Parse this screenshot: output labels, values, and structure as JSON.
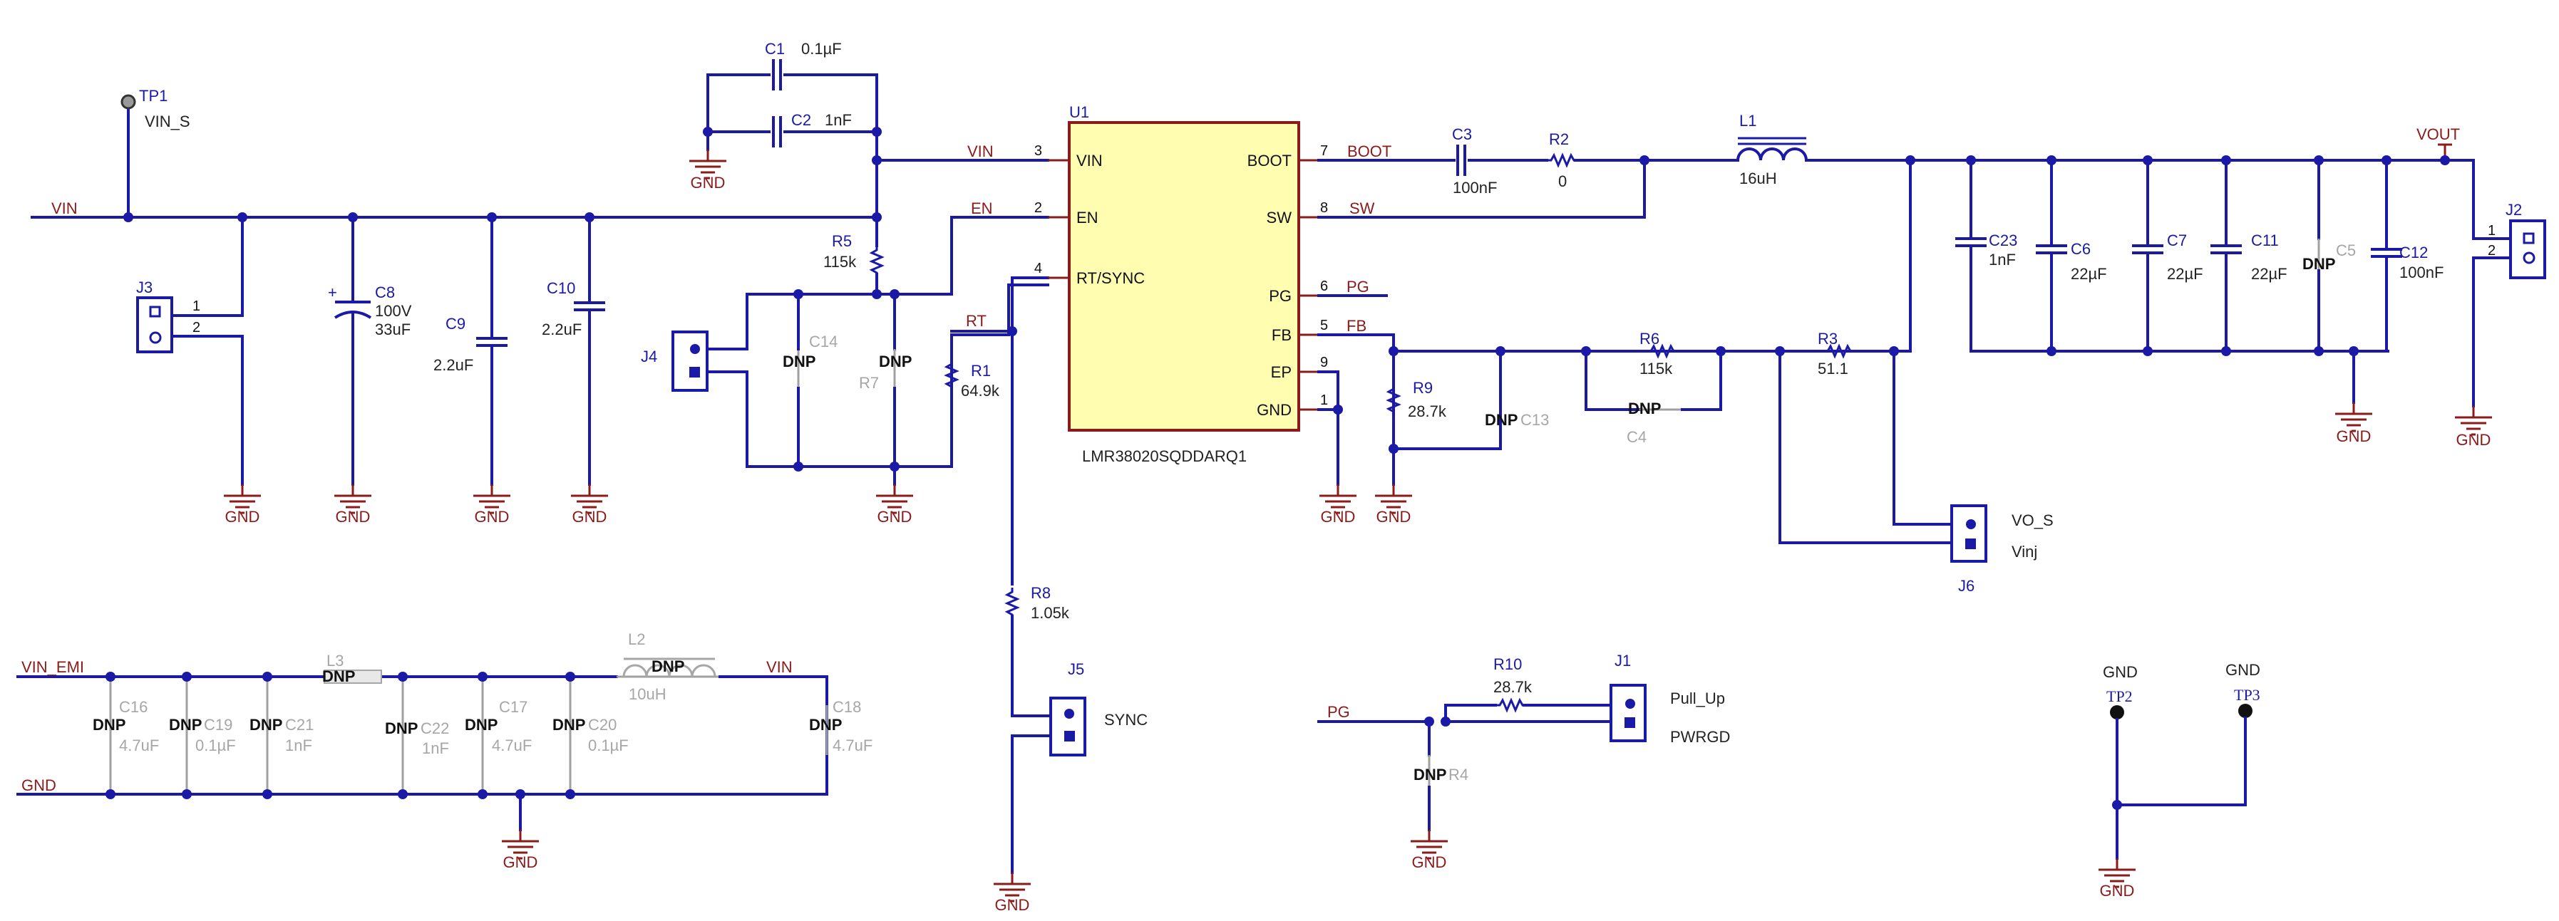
{
  "nets": {
    "vin_main": "VIN",
    "vin_ic": "VIN",
    "en": "EN",
    "rt": "RT",
    "boot": "BOOT",
    "sw": "SW",
    "pg": "PG",
    "fb": "FB",
    "vout": "VOUT",
    "vin_emi": "VIN_EMI",
    "gnd_emi": "GND",
    "vin_emi_r": "VIN",
    "pg_left": "PG"
  },
  "gnd_label": "GND",
  "dnp_label": "DNP",
  "ic": {
    "ref": "U1",
    "part": "LMR38020SQDDARQ1",
    "pins_left": [
      {
        "num": "3",
        "name": "VIN"
      },
      {
        "num": "2",
        "name": "EN"
      },
      {
        "num": "4",
        "name": "RT/SYNC"
      }
    ],
    "pins_right": [
      {
        "num": "7",
        "name": "BOOT"
      },
      {
        "num": "8",
        "name": "SW"
      },
      {
        "num": "6",
        "name": "PG"
      },
      {
        "num": "5",
        "name": "FB"
      },
      {
        "num": "9",
        "name": "EP"
      },
      {
        "num": "1",
        "name": "GND"
      }
    ]
  },
  "parts": {
    "TP1": {
      "ref": "TP1",
      "val": "VIN_S"
    },
    "C1": {
      "ref": "C1",
      "val": "0.1µF"
    },
    "C2": {
      "ref": "C2",
      "val": "1nF"
    },
    "C3": {
      "ref": "C3",
      "val": "100nF"
    },
    "R2": {
      "ref": "R2",
      "val": "0"
    },
    "L1": {
      "ref": "L1",
      "val": "16uH"
    },
    "C8": {
      "ref": "C8",
      "val": "100V",
      "val2": "33uF"
    },
    "C9": {
      "ref": "C9",
      "val": "2.2uF"
    },
    "C10": {
      "ref": "C10",
      "val": "2.2uF"
    },
    "R5": {
      "ref": "R5",
      "val": "115k"
    },
    "R1": {
      "ref": "R1",
      "val": "64.9k"
    },
    "C14": {
      "ref": "C14"
    },
    "R7": {
      "ref": "R7"
    },
    "R8": {
      "ref": "R8",
      "val": "1.05k"
    },
    "R9": {
      "ref": "R9",
      "val": "28.7k"
    },
    "C13": {
      "ref": "C13"
    },
    "R6": {
      "ref": "R6",
      "val": "115k"
    },
    "C4": {
      "ref": "C4"
    },
    "R3": {
      "ref": "R3",
      "val": "51.1"
    },
    "C23": {
      "ref": "C23",
      "val": "1nF"
    },
    "C6": {
      "ref": "C6",
      "val": "22µF"
    },
    "C7": {
      "ref": "C7",
      "val": "22µF"
    },
    "C11": {
      "ref": "C11",
      "val": "22µF"
    },
    "C5": {
      "ref": "C5"
    },
    "C12": {
      "ref": "C12",
      "val": "100nF"
    },
    "J2": {
      "ref": "J2",
      "pin1": "1",
      "pin2": "2"
    },
    "J3": {
      "ref": "J3",
      "pin1": "1",
      "pin2": "2"
    },
    "J4": {
      "ref": "J4"
    },
    "J5": {
      "ref": "J5",
      "label": "SYNC"
    },
    "J6": {
      "ref": "J6",
      "label1": "VO_S",
      "label2": "Vinj"
    },
    "J1": {
      "ref": "J1",
      "label1": "Pull_Up",
      "label2": "PWRGD"
    },
    "R10": {
      "ref": "R10",
      "val": "28.7k"
    },
    "R4": {
      "ref": "R4"
    },
    "TP2": {
      "ref": "TP2",
      "label": "GND"
    },
    "TP3": {
      "ref": "TP3",
      "label": "GND"
    },
    "C16": {
      "ref": "C16",
      "val": "4.7uF"
    },
    "C19": {
      "ref": "C19",
      "val": "0.1µF"
    },
    "C21": {
      "ref": "C21",
      "val": "1nF"
    },
    "L3": {
      "ref": "L3"
    },
    "C22": {
      "ref": "C22",
      "val": "1nF"
    },
    "C17": {
      "ref": "C17",
      "val": "4.7uF"
    },
    "C20": {
      "ref": "C20",
      "val": "0.1µF"
    },
    "L2": {
      "ref": "L2",
      "val": "10uH"
    },
    "C18": {
      "ref": "C18",
      "val": "4.7uF"
    }
  }
}
